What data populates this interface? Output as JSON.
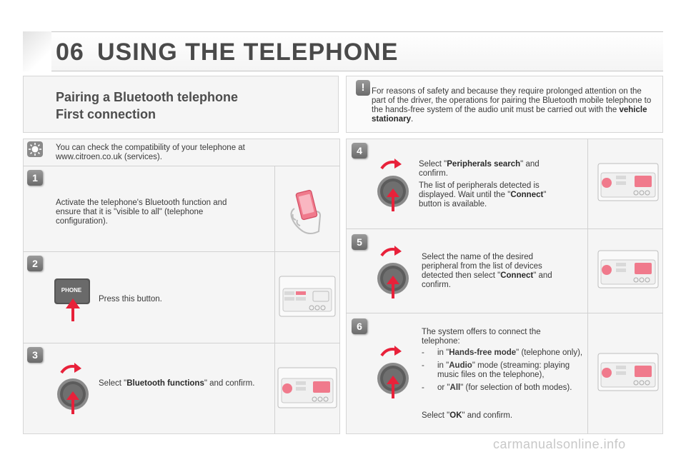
{
  "header": {
    "chapter": "06",
    "title": "USING THE TELEPHONE"
  },
  "intro": {
    "heading_line1": "Pairing a Bluetooth telephone",
    "heading_line2": "First connection",
    "warning_text_pre": "For reasons of safety and because they require prolonged attention on the part of the driver, the operations for pairing the Bluetooth mobile telephone to the hands-free system of the audio unit must be carried out with the ",
    "warning_text_bold": "vehicle stationary",
    "warning_text_post": "."
  },
  "tip": {
    "text": "You can check the compatibility of your telephone at www.citroen.co.uk (services)."
  },
  "steps": [
    {
      "num": "1",
      "text": "Activate the telephone's Bluetooth function and ensure that it is \"visible to all\" (telephone configuration)."
    },
    {
      "num": "2",
      "text": "Press this button.",
      "button_label": "PHONE"
    },
    {
      "num": "3",
      "pre": "Select \"",
      "bold": "Bluetooth functions",
      "post": "\" and confirm."
    },
    {
      "num": "4",
      "pre": "Select \"",
      "bold": "Peripherals search",
      "post": "\" and confirm.",
      "text2_pre": "The list of peripherals detected is displayed. Wait until the \"",
      "text2_bold": "Connect",
      "text2_post": "\" button is available."
    },
    {
      "num": "5",
      "pre": "Select the name of the desired peripheral from the list of devices detected then select \"",
      "bold": "Connect",
      "post": "\" and confirm."
    },
    {
      "num": "6",
      "intro": "The system offers to connect the telephone:",
      "options": [
        {
          "dash": "-",
          "pre": "in \"",
          "bold": "Hands-free mode",
          "post": "\" (telephone only),"
        },
        {
          "dash": "-",
          "pre": "in \"",
          "bold": "Audio",
          "post": "\" mode (streaming: playing music files on the telephone),"
        },
        {
          "dash": "-",
          "pre": "or \"",
          "bold": "All",
          "post": "\" (for selection of both modes)."
        }
      ],
      "final_pre": "Select \"",
      "final_bold": "OK",
      "final_post": "\" and confirm."
    }
  ],
  "icons": {
    "warning": "exclamation-icon",
    "tip": "lightbulb-icon",
    "knob": "rotary-knob-icon",
    "arrow": "rotate-arrow-icon",
    "radio": "radio-unit-icon",
    "phone": "hand-phone-icon"
  },
  "colors": {
    "arrow_red": "#e8213a",
    "panel_bg": "#f5f5f5",
    "title_gray": "#4a4a4a"
  },
  "footer": {
    "watermark": "carmanualsonline.info"
  }
}
